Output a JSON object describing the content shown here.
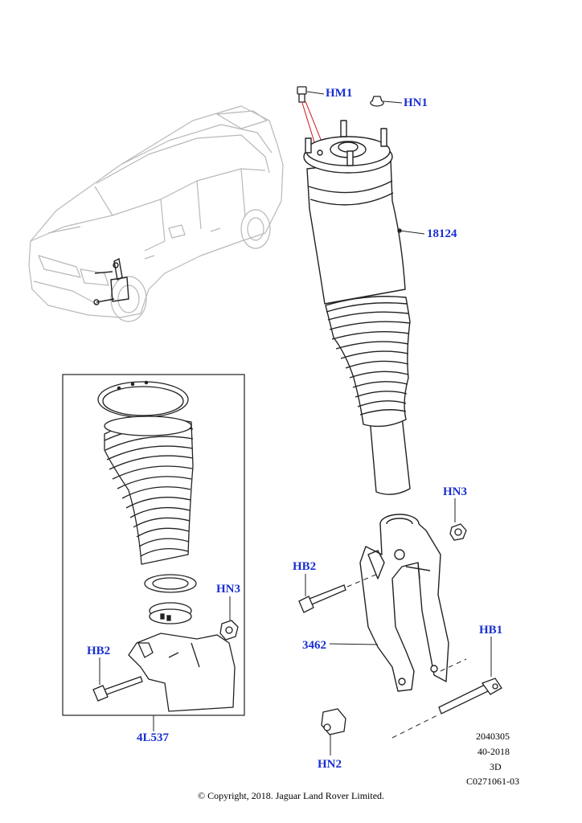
{
  "callouts": {
    "hm1": "HM1",
    "hn1": "HN1",
    "part_18124": "18124",
    "hn3_main": "HN3",
    "hb2_main": "HB2",
    "part_3462": "3462",
    "hb1": "HB1",
    "hn2": "HN2",
    "hn3_inset": "HN3",
    "hb2_inset": "HB2",
    "part_4l537": "4L537"
  },
  "reference": {
    "line1": "2040305",
    "line2": "40-2018",
    "line3": "3D",
    "line4": "C0271061-03"
  },
  "copyright": "© Copyright, 2018. Jaguar Land Rover Limited.",
  "colors": {
    "callout": "#1a2fd1",
    "linework": "#222222",
    "vehicle_linework": "#b8b8b8",
    "leader_red": "#d01818"
  }
}
